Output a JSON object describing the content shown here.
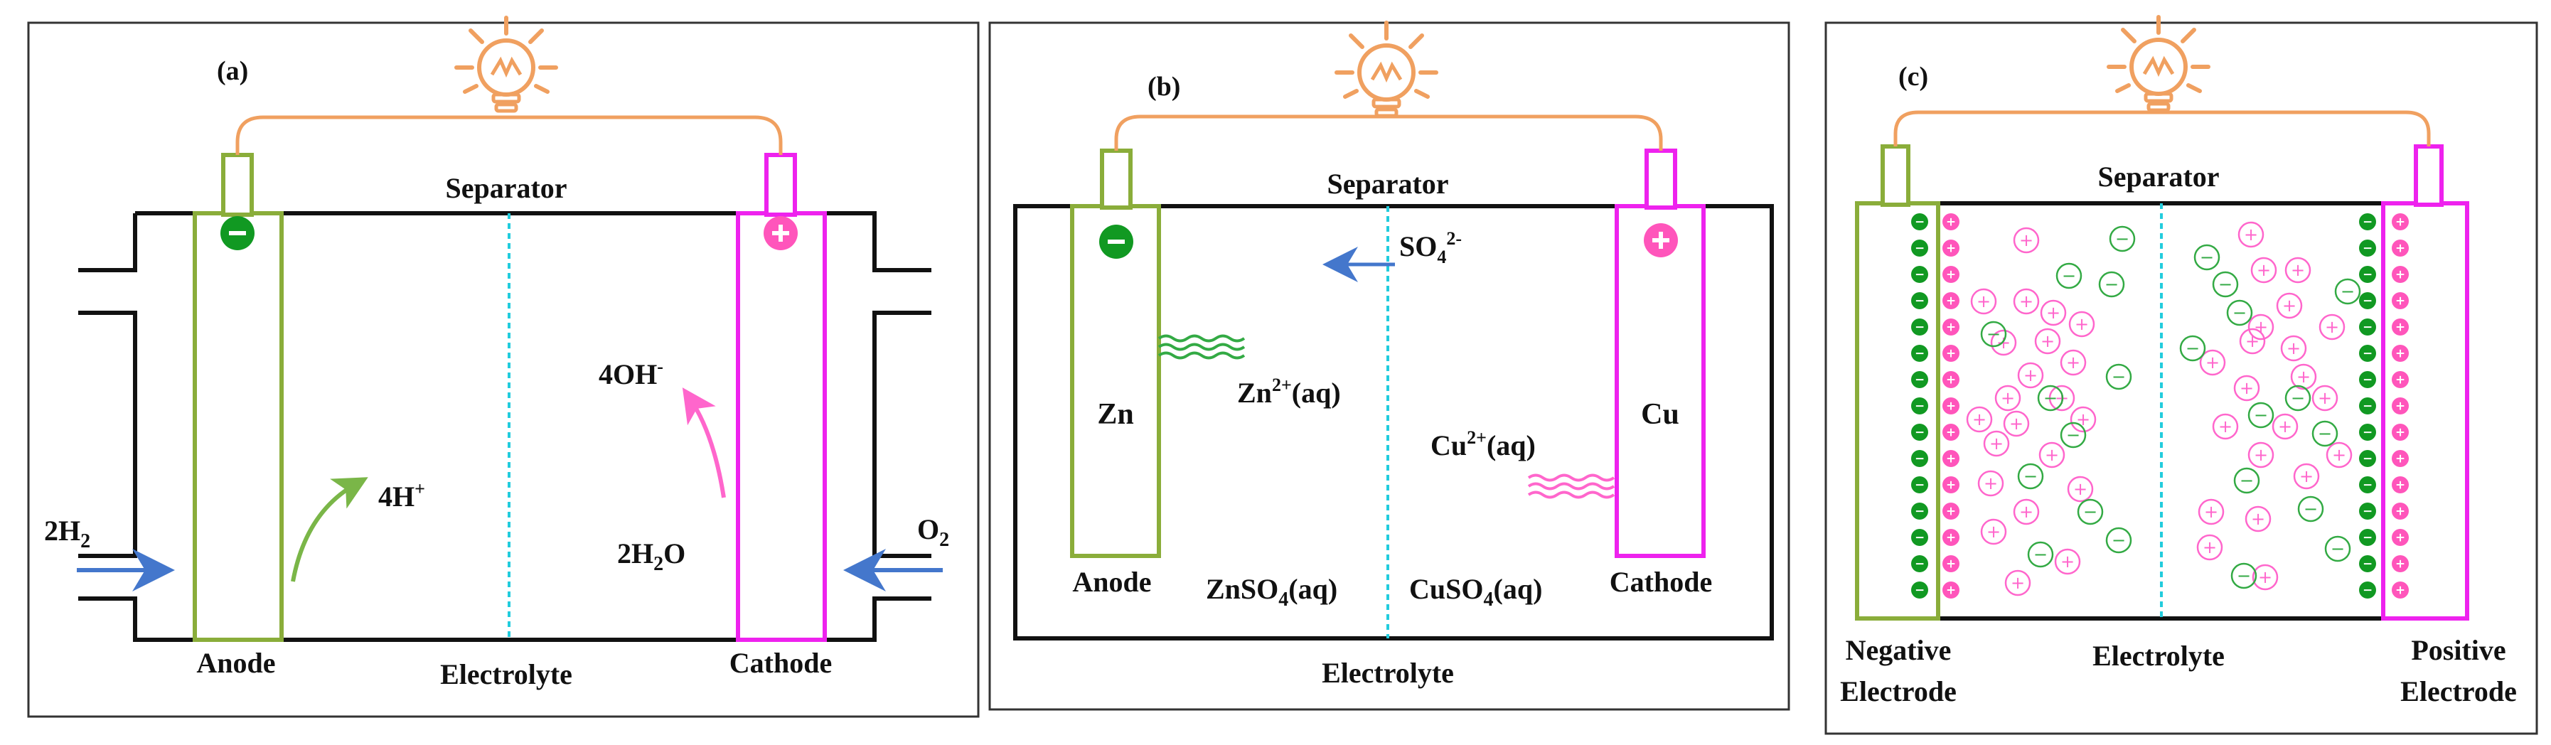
{
  "panels": {
    "a": {
      "tag": "(a)",
      "separator": "Separator",
      "electrolyte": "Electrolyte",
      "anode": "Anode",
      "cathode": "Cathode",
      "h2_in": "2H",
      "h2_sub": "2",
      "o2_in": "O",
      "o2_sub": "2",
      "proton": "4H",
      "proton_sup": "+",
      "water": "2H",
      "water_sub": "2",
      "water_tail": "O",
      "hydroxide": "4OH",
      "hydroxide_sup": "-"
    },
    "b": {
      "tag": "(b)",
      "separator": "Separator",
      "electrolyte": "Electrolyte",
      "anode": "Anode",
      "cathode": "Cathode",
      "zn": "Zn",
      "cu": "Cu",
      "sulfate": "SO",
      "sulfate_sub": "4",
      "sulfate_sup": "2-",
      "zn_ion": "Zn",
      "zn_ion_sup": "2+",
      "zn_ion_tail": "(aq)",
      "cu_ion": "Cu",
      "cu_ion_sup": "2+",
      "cu_ion_tail": "(aq)",
      "znso4": "ZnSO",
      "znso4_sub": "4",
      "znso4_tail": "(aq)",
      "cuso4": "CuSO",
      "cuso4_sub": "4",
      "cuso4_tail": "(aq)"
    },
    "c": {
      "tag": "(c)",
      "separator": "Separator",
      "electrolyte": "Electrolyte",
      "negative_1": "Negative",
      "negative_2": "Electrode",
      "positive_1": "Positive",
      "positive_2": "Electrode"
    }
  },
  "symbols": {
    "plus": "+",
    "minus": "−"
  },
  "icons": [
    "light-bulb-icon",
    "minus-terminal-icon",
    "plus-terminal-icon",
    "arrow-icon",
    "wave-icon"
  ],
  "colors": {
    "anode": "#8aad3a",
    "cathode": "#ee22ee",
    "wire": "#f0a060",
    "separator": "#22ccdd",
    "arrow_blue": "#4477cc",
    "ion_green": "#33aa44",
    "ion_pink": "#ff66cc",
    "neg_dot": "#119922",
    "pos_dot": "#ff55bb"
  }
}
